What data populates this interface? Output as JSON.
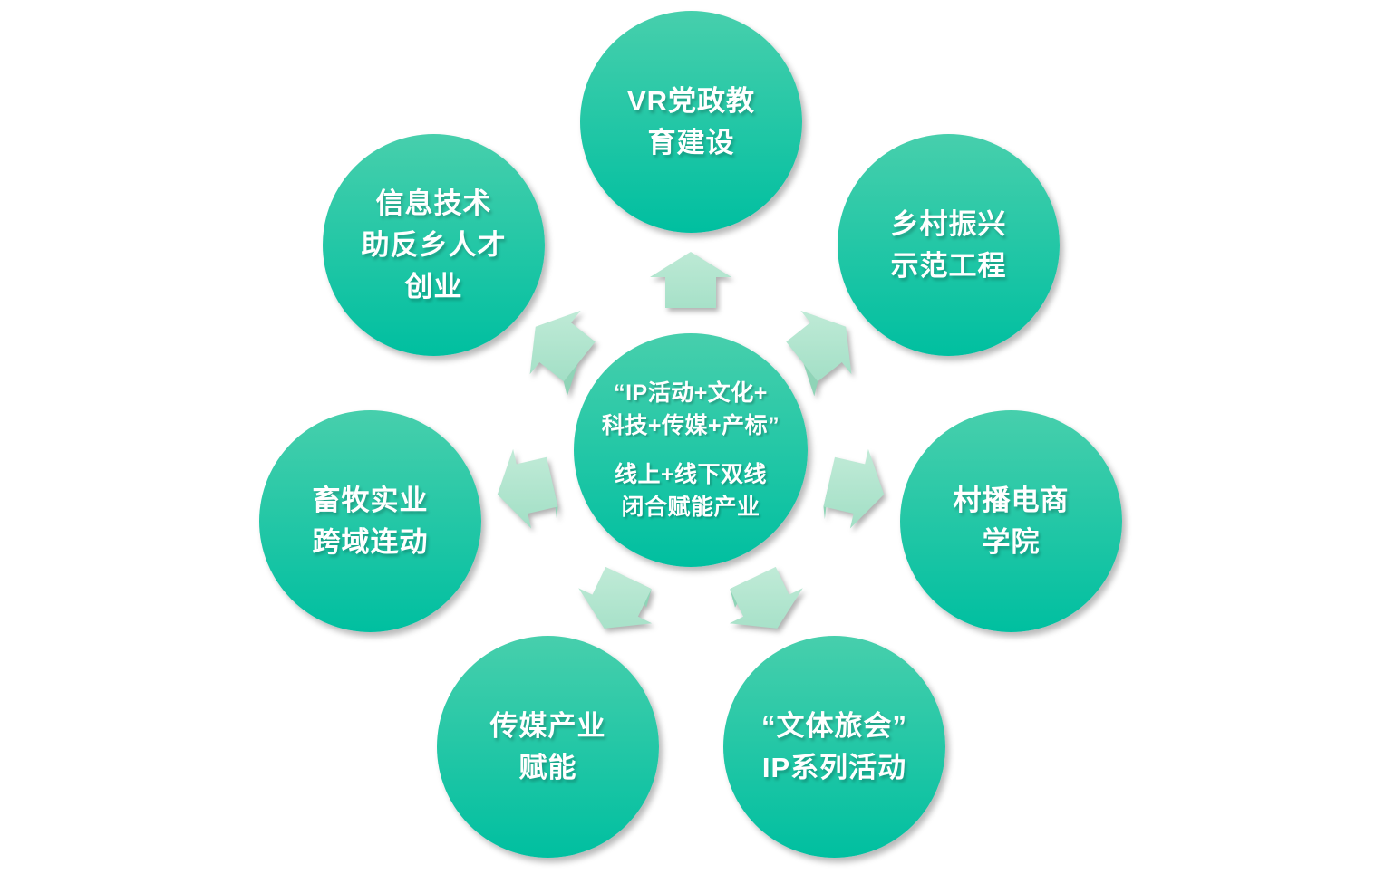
{
  "background_color": "#ffffff",
  "colors": {
    "circle_gradient_top": "#47CFAC",
    "circle_gradient_bottom": "#00BFA0",
    "arrow_gradient_top": "#C9EEDC",
    "arrow_gradient_bottom": "#9ADCC1",
    "arrow_underside": "#8FD4B7",
    "text": "#FFFFFF"
  },
  "center": {
    "paragraph1": [
      "“IP活动+文化+",
      "科技+传媒+产标”"
    ],
    "paragraph2": [
      "线上+线下双线",
      "闭合赋能产业"
    ]
  },
  "nodes": [
    {
      "id": "top",
      "lines": [
        "VR党政教",
        "育建设"
      ]
    },
    {
      "id": "top-right",
      "lines": [
        "乡村振兴",
        "示范工程"
      ]
    },
    {
      "id": "right",
      "lines": [
        "村播电商",
        "学院"
      ]
    },
    {
      "id": "bottom-right",
      "lines": [
        "“文体旅会”",
        "IP系列活动"
      ]
    },
    {
      "id": "bottom-left",
      "lines": [
        "传媒产业",
        "赋能"
      ]
    },
    {
      "id": "left",
      "lines": [
        "畜牧实业",
        "跨域连动"
      ]
    },
    {
      "id": "top-left",
      "lines": [
        "信息技术",
        "助反乡人才",
        "创业"
      ]
    }
  ],
  "arrows": [
    "arrow-top",
    "arrow-top-right",
    "arrow-right",
    "arrow-bottom-right",
    "arrow-bottom-left",
    "arrow-left",
    "arrow-top-left"
  ]
}
